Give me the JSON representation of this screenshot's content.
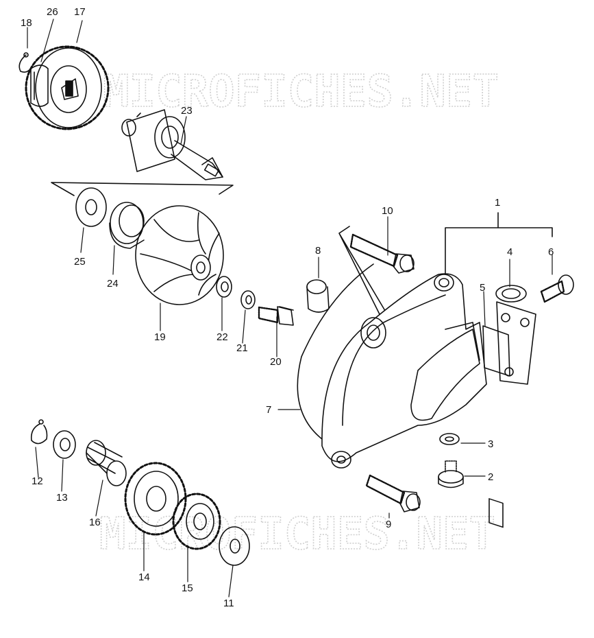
{
  "watermark": {
    "text": "MICROFICHES.NET"
  },
  "callouts": {
    "p1": "1",
    "p2": "2",
    "p3": "3",
    "p4": "4",
    "p5": "5",
    "p6": "6",
    "p7": "7",
    "p8": "8",
    "p9": "9",
    "p10": "10",
    "p11": "11",
    "p12": "12",
    "p13": "13",
    "p14": "14",
    "p15": "15",
    "p16": "16",
    "p17": "17",
    "p18": "18",
    "p19": "19",
    "p20": "20",
    "p21": "21",
    "p22": "22",
    "p23": "23",
    "p24": "24",
    "p25": "25",
    "p26": "26"
  },
  "colors": {
    "line": "#111111",
    "watermark": "#cfcfcf",
    "background": "#ffffff"
  }
}
